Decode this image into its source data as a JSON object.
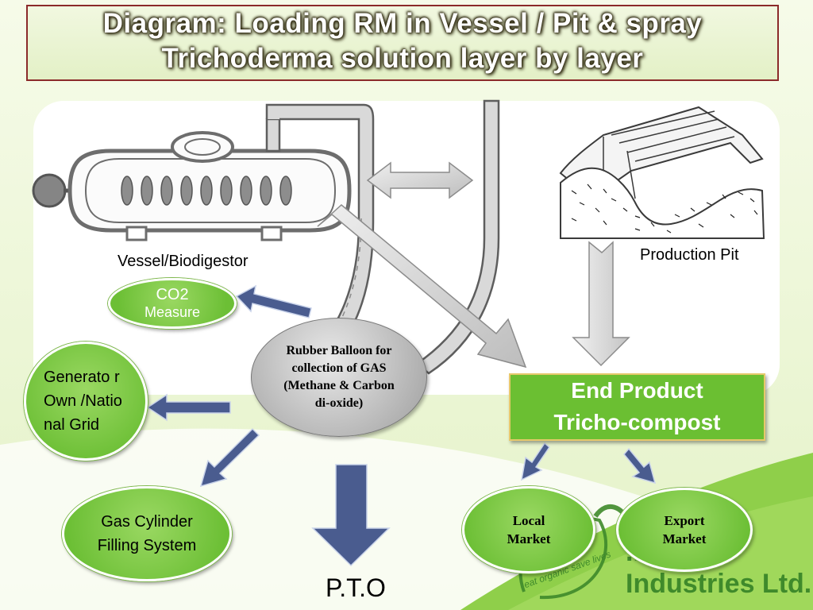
{
  "title": {
    "line1": "Diagram: Loading RM in Vessel / Pit & spray",
    "line2": "Trichoderma solution layer by layer"
  },
  "labels": {
    "vessel": "Vessel/Biodigestor",
    "production_pit": "Production Pit",
    "co2_line1": "CO2",
    "co2_line2": "Measure",
    "generator": "Generato r Own /National Grid",
    "balloon": "Rubber Balloon for collection of GAS (Methane & Carbon di-oxide)",
    "gas_cylinder": "Gas Cylinder Filling System",
    "end_product_line1": "End Product",
    "end_product_line2": "Tricho-compost",
    "local_market": "Local Market",
    "export_market": "Export Market",
    "pto": "P.T.O"
  },
  "logo": {
    "name": "...gro Industries Ltd.",
    "tagline": "eat organic save lives"
  },
  "colors": {
    "green": "#6cbf35",
    "arrow_blue": "#4a5c8f",
    "title_border": "#8b2a2a",
    "logo_green": "#3f8a2b"
  }
}
